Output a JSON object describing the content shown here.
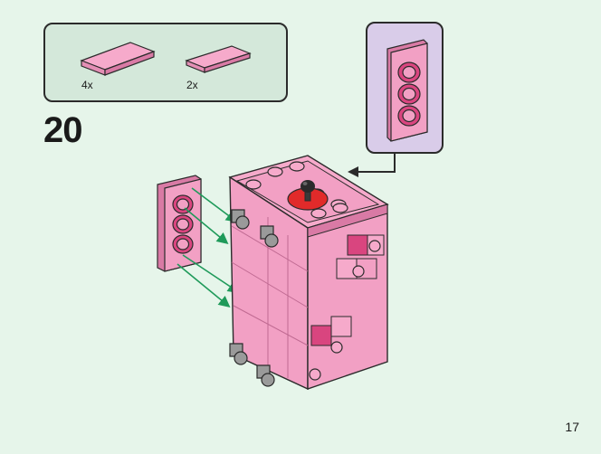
{
  "parts_list": [
    {
      "qty": "4x",
      "part": "pink-tile-1x4"
    },
    {
      "qty": "2x",
      "part": "pink-tile-1x4-long"
    }
  ],
  "step_number": "20",
  "page_number": "17",
  "colors": {
    "background": "#e6f5ea",
    "parts_box": "#d4e8da",
    "callout": "#d9cce9",
    "pink": "#f2a0c4",
    "pink_dark": "#d97aa5",
    "magenta": "#d9457f",
    "arrow_green": "#1f9a5a",
    "red": "#e12a2a",
    "gray": "#9a9a9a"
  }
}
